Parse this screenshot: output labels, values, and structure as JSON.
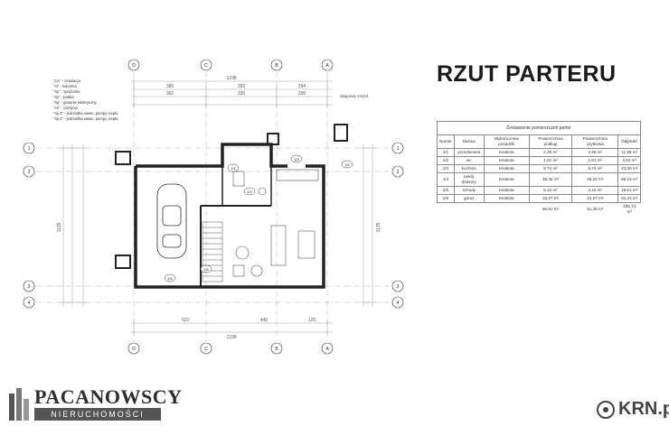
{
  "title": "RZUT PARTERU",
  "table": {
    "caption": "Zestawienie pomieszczeń parter",
    "headers": [
      "Numer",
      "Nazwa",
      "Wykończenie posadzki",
      "Powierzchnia podłogi",
      "Powierzchnia użytkowa",
      "Objętość"
    ],
    "rows": [
      [
        "1/1",
        "przedsionek",
        "terakota",
        "4,49 m²",
        "4,49 m²",
        "11,98 m³"
      ],
      [
        "1/2",
        "wc",
        "terakota",
        "1,81 m²",
        "1,81 m²",
        "4,82 m³"
      ],
      [
        "1/3",
        "kuchnia",
        "terakota",
        "8,74 m²",
        "8,74 m²",
        "23,30 m³"
      ],
      [
        "1/4",
        "pokój dzienny",
        "terakota",
        "38,45 m²",
        "25,52 m²",
        "68,15 m³"
      ],
      [
        "1/5",
        "schody",
        "terakota",
        "5,10 m²",
        "3,15 m²",
        "15,01 m³"
      ],
      [
        "1/6",
        "garaż",
        "terakota",
        "22,27 m²",
        "21,67 m²",
        "62,44 m³"
      ]
    ],
    "sum": [
      "",
      "",
      "",
      "86,81 m²",
      "61,38 m²",
      "185,74 m³"
    ]
  },
  "legend": [
    "\"crc\" - cirkulacja",
    "\"ct\" - kolumna",
    "\"sp\" - sprężarka",
    "\"sp\" - pralka",
    "\"sp\" - grzejnik elektryczny",
    "\"cs\" - czerpnia",
    "\"sp.1\" - jednostka wewn. pompy ciepła",
    "\"sp.2\" - jednostka wewn. pompy ciepła"
  ],
  "axes": {
    "columns": [
      "D",
      "C",
      "B",
      "A"
    ],
    "rows": [
      "1",
      "2",
      "3",
      "4"
    ]
  },
  "dims": {
    "top_total": "1238",
    "top_a": [
      "385",
      "392",
      "264"
    ],
    "top_b": [
      "362",
      "330",
      "295"
    ],
    "bottom_a": [
      "623",
      "445",
      "125"
    ],
    "bottom_total": "1238",
    "left_total": "1135",
    "right_total": "1135"
  },
  "room_tags": [
    "1/1",
    "1/2",
    "1/3",
    "1/4",
    "1/5",
    "1/6"
  ],
  "note": "okapowy 24x24",
  "logo": {
    "brand": "PACANOWSCY",
    "sub": "NIERUCHOMOŚCI"
  },
  "watermark": "KRN.pl",
  "colors": {
    "wall": "#222222",
    "dim": "#8e8e8e",
    "brand_box": "#555555"
  }
}
